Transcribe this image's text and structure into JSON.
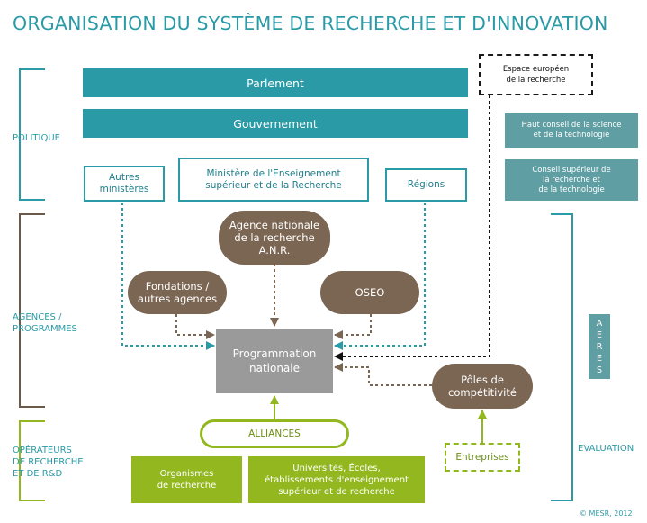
{
  "title": "ORGANISATION DU SYSTÈME DE RECHERCHE ET D'INNOVATION",
  "side_labels": {
    "politique": "POLITIQUE",
    "agences_1": "AGENCES /",
    "agences_2": "PROGRAMMES",
    "operateurs_1": "OPÉRATEURS",
    "operateurs_2": "DE RECHERCHE",
    "operateurs_3": "ET DE R&D",
    "evaluation": "EVALUATION"
  },
  "nodes": {
    "parlement": "Parlement",
    "gouvernement": "Gouvernement",
    "autres_ministeres_1": "Autres",
    "autres_ministeres_2": "ministères",
    "ministere_1": "Ministère de l'Enseignement",
    "ministere_2": "supérieur et de la Recherche",
    "regions": "Régions",
    "espace_europeen_1": "Espace européen",
    "espace_europeen_2": "de la recherche",
    "haut_conseil_1": "Haut conseil de la science",
    "haut_conseil_2": "et de la technologie",
    "conseil_superieur_1": "Conseil supérieur de",
    "conseil_superieur_2": "la recherche et",
    "conseil_superieur_3": "de la technologie",
    "anr_1": "Agence nationale",
    "anr_2": "de la recherche",
    "anr_3": "A.N.R.",
    "fondations_1": "Fondations /",
    "fondations_2": "autres agences",
    "oseo": "OSEO",
    "programmation_1": "Programmation",
    "programmation_2": "nationale",
    "poles_1": "Pôles de",
    "poles_2": "compétitivité",
    "aeres": [
      "A",
      "E",
      "R",
      "E",
      "S"
    ],
    "alliances": "ALLIANCES",
    "entreprises": "Entreprises",
    "organismes_1": "Organismes",
    "organismes_2": "de recherche",
    "universites_1": "Universités, Écoles,",
    "universites_2": "établissements d'enseignement",
    "universites_3": "supérieur et de recherche"
  },
  "copyright": "© MESR, 2012",
  "colors": {
    "teal": "#2a9aa6",
    "grey_teal": "#5f9ea3",
    "brown": "#7b6553",
    "grey": "#9a9a9a",
    "green": "#93b81f",
    "bracket_brown": "#6b5a4a"
  }
}
